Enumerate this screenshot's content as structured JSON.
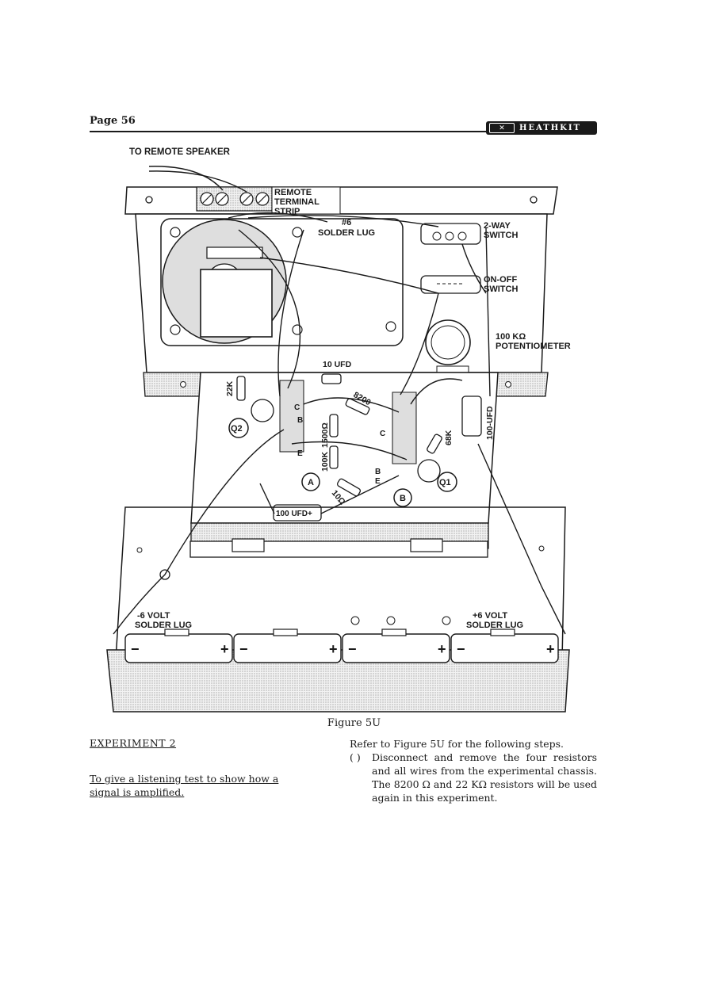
{
  "header": {
    "page": "Page 56",
    "brand": "HEATHKIT"
  },
  "figure": {
    "labels": {
      "to_remote_speaker": "TO REMOTE SPEAKER",
      "remote": "REMOTE",
      "terminal": "TERMINAL",
      "strip": "STRIP",
      "lug_no": "#6",
      "solder_lug": "SOLDER LUG",
      "two_way": "2-WAY",
      "switch": "SWITCH",
      "on_off": "ON-OFF",
      "switch2": "SWITCH",
      "pot_value": "100 KΩ",
      "potentiometer": "POTENTIOMETER",
      "cap_10": "10 UFD",
      "r_22k": "22K",
      "r_8200": "8200",
      "r_1500": "1500Ω",
      "r_100k": "100K",
      "r_10": "10Ω",
      "r_68k": "68K",
      "cap_100_v": "100-UFD",
      "cap_100_h": "100 UFD+",
      "q1": "Q1",
      "q2": "Q2",
      "board_a": "A",
      "board_b": "B",
      "neg_volt": "-6 VOLT",
      "neg_solder_lug": "SOLDER LUG",
      "pos_volt": "+6 VOLT",
      "pos_solder_lug": "SOLDER LUG",
      "c": "C",
      "b": "B",
      "e": "E"
    }
  },
  "caption": "Figure 5U",
  "experiment": {
    "title": "EXPERIMENT 2",
    "purpose": "To give a listening test to show how a signal is amplified."
  },
  "instructions": {
    "intro": "Refer to Figure 5U for the following steps.",
    "steps": [
      {
        "check": "( )",
        "text": "Disconnect and remove the four resistors and all wires from the experimental chassis. The 8200 Ω and 22 KΩ resistors will be used again in this experiment."
      }
    ]
  }
}
